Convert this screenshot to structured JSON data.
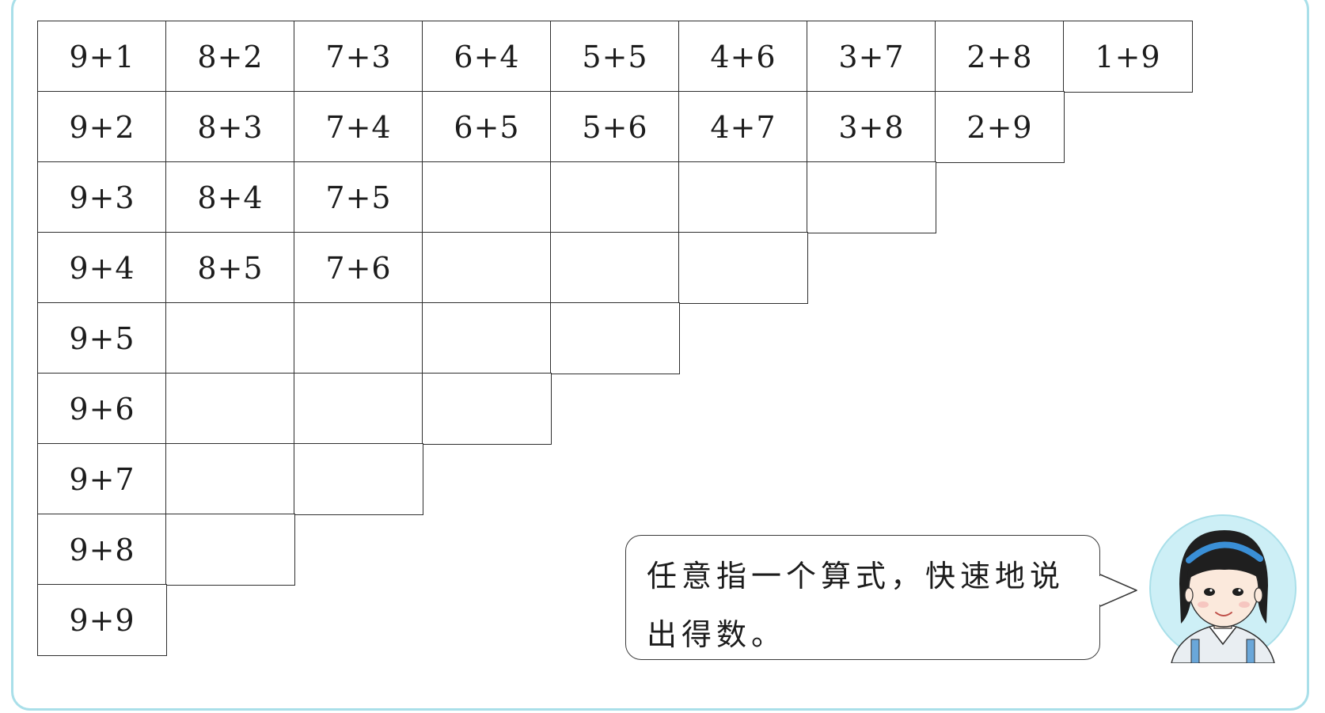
{
  "table": {
    "rows": [
      [
        "9+1",
        "8+2",
        "7+3",
        "6+4",
        "5+5",
        "4+6",
        "3+7",
        "2+8",
        "1+9"
      ],
      [
        "9+2",
        "8+3",
        "7+4",
        "6+5",
        "5+6",
        "4+7",
        "3+8",
        "2+9"
      ],
      [
        "9+3",
        "8+4",
        "7+5",
        "",
        "",
        "",
        ""
      ],
      [
        "9+4",
        "8+5",
        "7+6",
        "",
        "",
        ""
      ],
      [
        "9+5",
        "",
        "",
        "",
        ""
      ],
      [
        "9+6",
        "",
        "",
        ""
      ],
      [
        "9+7",
        "",
        ""
      ],
      [
        "9+8",
        ""
      ],
      [
        "9+9"
      ]
    ]
  },
  "speech_bubble": {
    "text_line1": "任意指一个算式，快速地说",
    "text_line2": "出得数。"
  },
  "avatar": {
    "icon": "girl-avatar-icon",
    "circle_color": "#cdeff6",
    "headband_color": "#3a8fd6"
  },
  "colors": {
    "frame": "#a9dfe9",
    "grid_line": "#2e2e2e",
    "text": "#1c1c1c"
  }
}
